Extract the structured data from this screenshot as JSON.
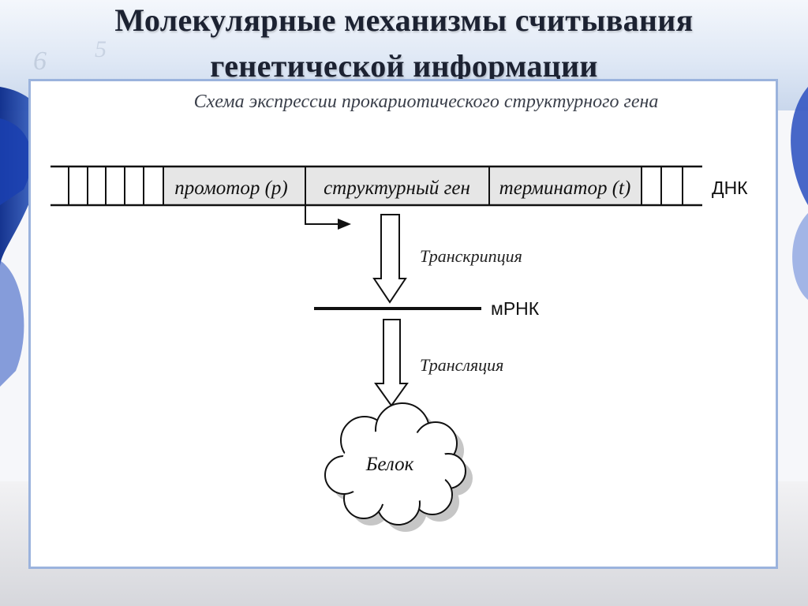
{
  "slide": {
    "title_line1": "Молекулярные механизмы считывания",
    "title_line2": "генетической информации",
    "subtitle": "Схема экспрессии прокариотического структурного гена",
    "colors": {
      "frame_border": "#9bb3dd",
      "title_text": "#1c2232",
      "dna_region_fill": "#e6e6e6",
      "ink": "#111111"
    }
  },
  "diagram": {
    "dna_label": "ДНК",
    "regions": {
      "promoter": "промотор (р)",
      "structural_gene": "структурный ген",
      "terminator": "терминатор (t)"
    },
    "transcription_label": "Транскрипция",
    "mrna_label": "мРНК",
    "translation_label": "Трансляция",
    "protein_label": "Белок"
  }
}
